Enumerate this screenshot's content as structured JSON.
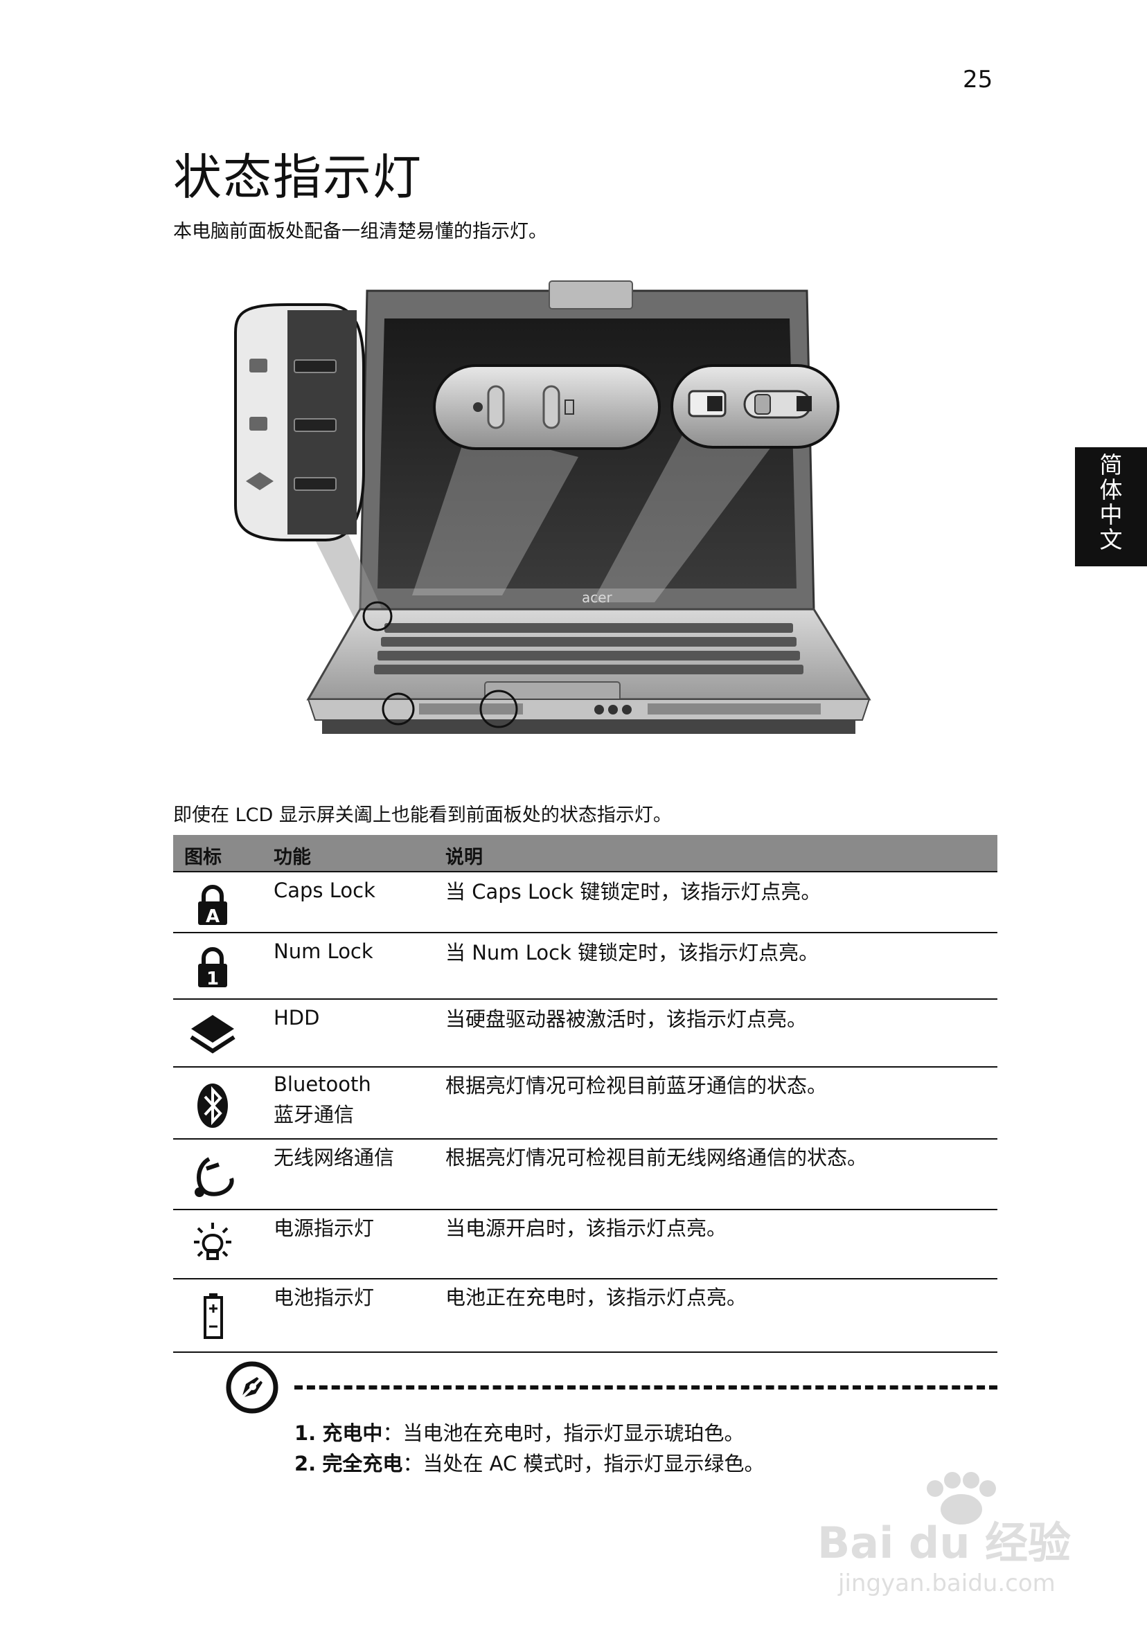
{
  "page": {
    "number": "25",
    "title": "状态指示灯",
    "intro": "本电脑前面板处配备一组清楚易懂的指示灯。",
    "lang_tab": [
      "简",
      "体",
      "中",
      "文"
    ],
    "lcd_note": "即使在 LCD 显示屏关阖上也能看到前面板处的状态指示灯。"
  },
  "illustration": {
    "logo_text": "acer"
  },
  "table": {
    "headers": {
      "icon": "图标",
      "function": "功能",
      "description": "说明"
    },
    "rows": [
      {
        "icon": "caps-lock-icon",
        "function": "Caps Lock",
        "function2": "",
        "description": "当 Caps Lock 键锁定时，该指示灯点亮。"
      },
      {
        "icon": "num-lock-icon",
        "function": "Num Lock",
        "function2": "",
        "description": "当 Num Lock 键锁定时，该指示灯点亮。"
      },
      {
        "icon": "hdd-icon",
        "function": "HDD",
        "function2": "",
        "description": "当硬盘驱动器被激活时，该指示灯点亮。"
      },
      {
        "icon": "bluetooth-icon",
        "function": "Bluetooth",
        "function2": "蓝牙通信",
        "description": "根据亮灯情况可检视目前蓝牙通信的状态。"
      },
      {
        "icon": "wireless-icon",
        "function": "无线网络通信",
        "function2": "",
        "description": "根据亮灯情况可检视目前无线网络通信的状态。"
      },
      {
        "icon": "power-icon",
        "function": "电源指示灯",
        "function2": "",
        "description": "当电源开启时，该指示灯点亮。"
      },
      {
        "icon": "battery-icon",
        "function": "电池指示灯",
        "function2": "",
        "description": "电池正在充电时，该指示灯点亮。"
      }
    ]
  },
  "notes": [
    {
      "num": "1.",
      "label": "充电中",
      "text": "：当电池在充电时，指示灯显示琥珀色。"
    },
    {
      "num": "2.",
      "label": "完全充电",
      "text": "：当处在 AC 模式时，指示灯显示绿色。"
    }
  ],
  "watermark": {
    "brand": "Bai du 经验",
    "url": "jingyan.baidu.com"
  }
}
